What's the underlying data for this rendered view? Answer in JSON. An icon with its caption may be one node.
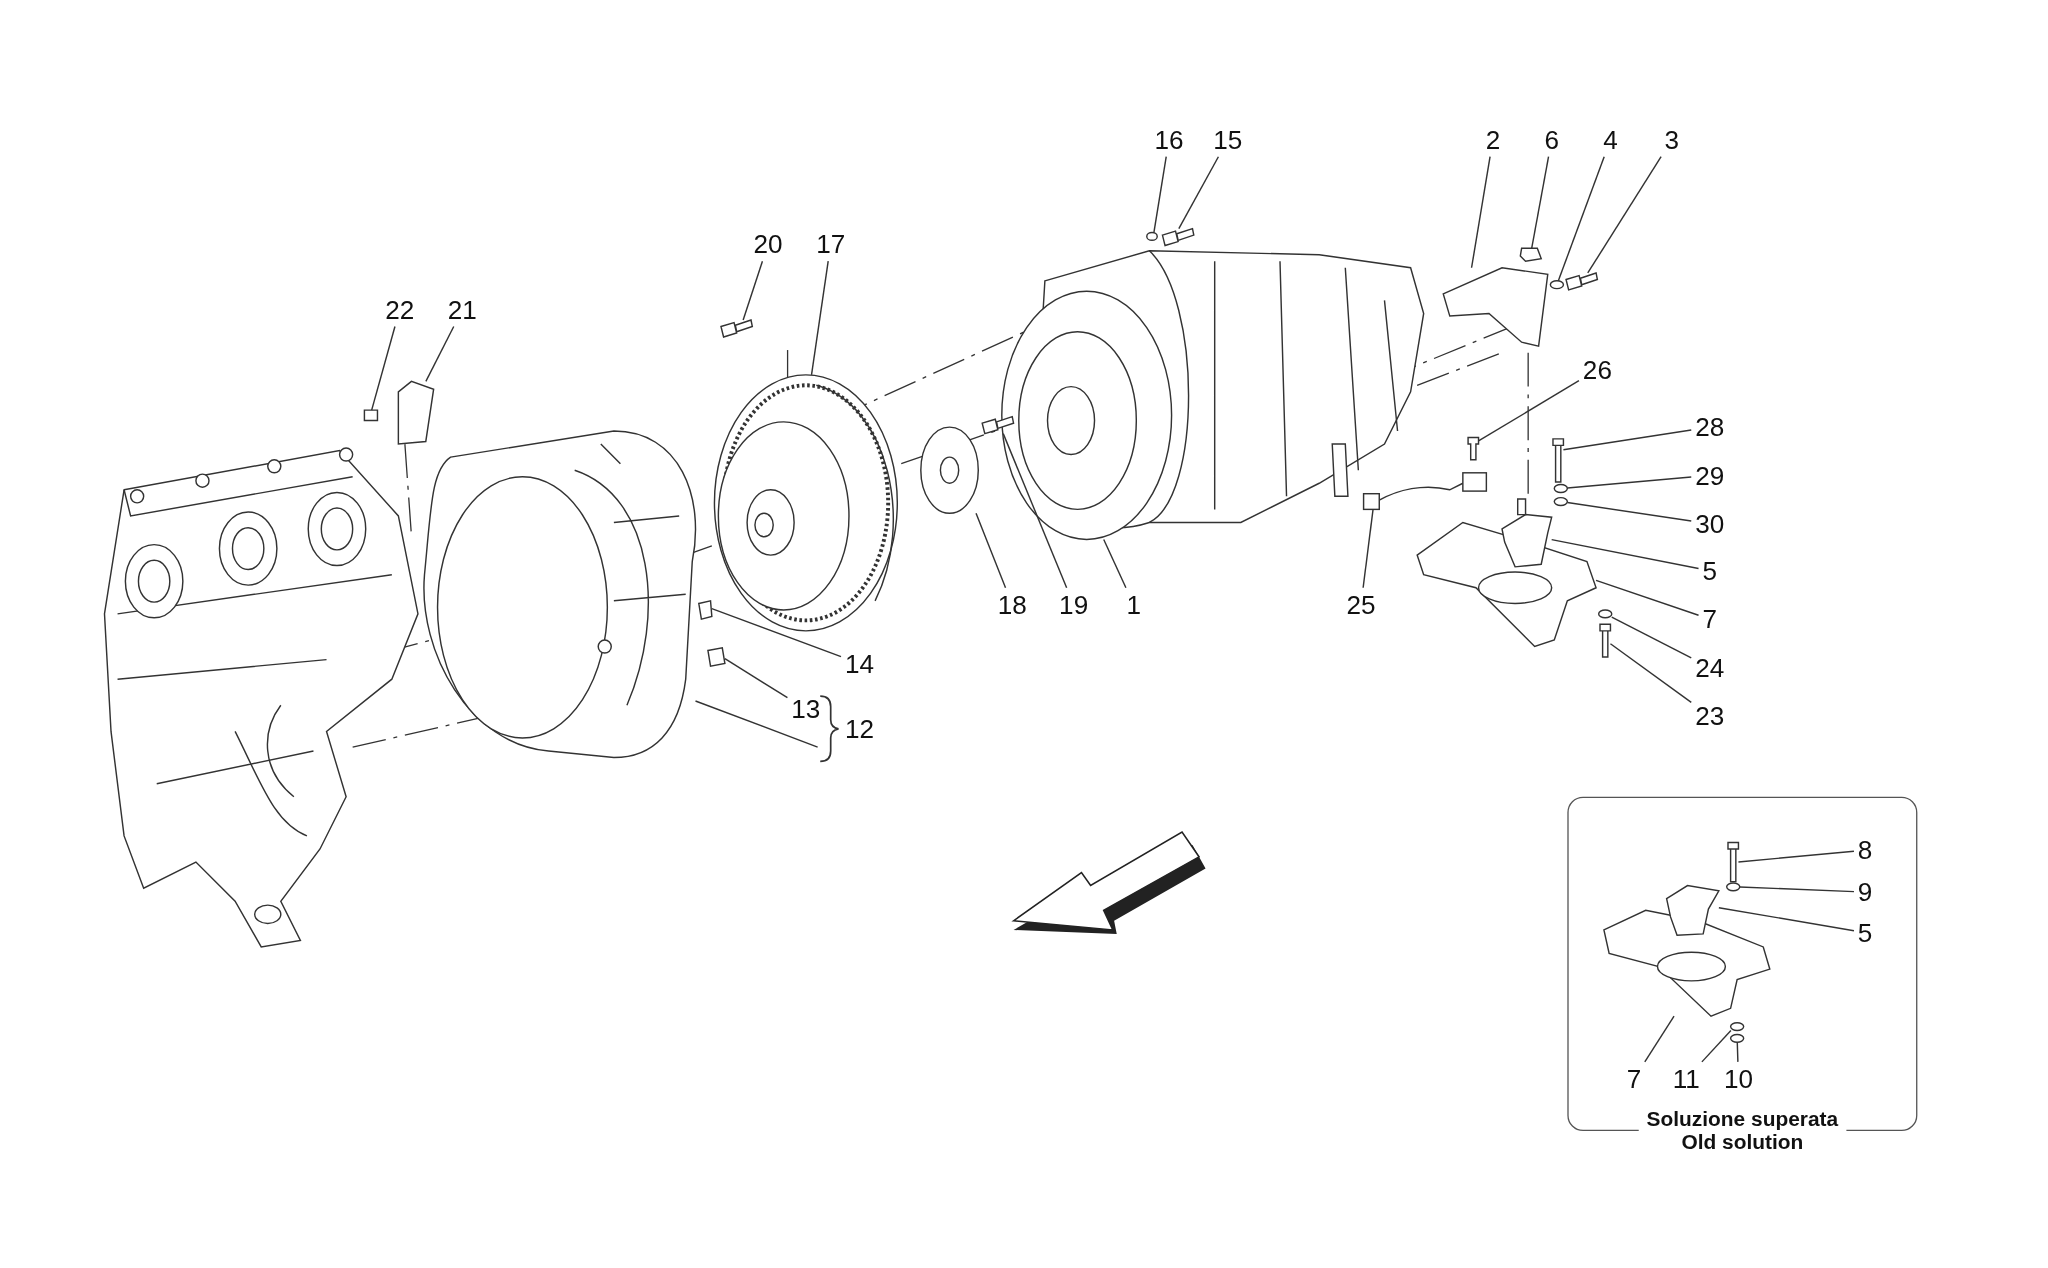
{
  "diagram": {
    "nodes": [
      {
        "text": [
          "16"
        ]
      },
      {
        "text": [
          "15"
        ]
      },
      {
        "text": [
          "2"
        ]
      },
      {
        "text": [
          "6"
        ]
      },
      {
        "text": [
          "4"
        ]
      },
      {
        "text": [
          "3"
        ]
      },
      {
        "text": [
          "20"
        ]
      },
      {
        "text": [
          "17"
        ]
      },
      {
        "text": [
          "22"
        ]
      },
      {
        "text": [
          "21"
        ]
      },
      {
        "text": [
          "26"
        ]
      },
      {
        "text": [
          "28"
        ]
      },
      {
        "text": [
          "29"
        ]
      },
      {
        "text": [
          "30"
        ]
      },
      {
        "text": [
          "5"
        ]
      },
      {
        "text": [
          "7"
        ]
      },
      {
        "text": [
          "18"
        ]
      },
      {
        "text": [
          "19"
        ]
      },
      {
        "text": [
          "1"
        ]
      },
      {
        "text": [
          "25"
        ]
      },
      {
        "text": [
          "24"
        ]
      },
      {
        "text": [
          "14"
        ]
      },
      {
        "text": [
          "23"
        ]
      },
      {
        "text": [
          "13"
        ]
      },
      {
        "text": [
          "12"
        ]
      },
      {
        "text": [
          "Soluzione superata",
          "Old solution"
        ]
      },
      {
        "text": [
          "8"
        ],
        "in": 25
      },
      {
        "text": [
          "9"
        ],
        "in": 25
      },
      {
        "text": [
          "5"
        ],
        "in": 25
      },
      {
        "text": [
          "7"
        ],
        "in": 25
      },
      {
        "text": [
          "11"
        ],
        "in": 25
      },
      {
        "text": [
          "10"
        ],
        "in": 25
      },
      {
        "text": [],
        "shape": "picture"
      },
      {
        "text": [],
        "shape": "circle"
      },
      {
        "text": [],
        "shape": "picture"
      },
      {
        "text": [],
        "shape": "picture"
      },
      {
        "text": [],
        "shape": "box"
      },
      {
        "text": [],
        "shape": "circle"
      },
      {
        "text": [],
        "shape": "picture"
      },
      {
        "text": [],
        "shape": "picture"
      },
      {
        "text": [],
        "shape": "picture"
      },
      {
        "text": [],
        "shape": "box"
      },
      {
        "text": [],
        "shape": "box"
      },
      {
        "text": [],
        "shape": "box"
      },
      {
        "text": [],
        "shape": "picture"
      },
      {
        "text": [],
        "shape": "circle"
      },
      {
        "text": [],
        "shape": "circle"
      },
      {
        "text": [],
        "shape": "picture"
      },
      {
        "text": [],
        "shape": "picture"
      },
      {
        "text": [],
        "shape": "picture"
      },
      {
        "text": [],
        "shape": "picture"
      },
      {
        "text": [],
        "shape": "picture"
      },
      {
        "text": [],
        "shape": "circle"
      },
      {
        "text": [],
        "shape": "box"
      },
      {
        "text": [],
        "shape": "picture"
      },
      {
        "text": [],
        "shape": "box"
      },
      {
        "text": [],
        "shape": "picture"
      },
      {
        "text": [],
        "shape": "picture",
        "in": 25
      },
      {
        "text": [],
        "shape": "circle",
        "in": 25
      },
      {
        "text": [],
        "shape": "picture",
        "in": 25
      },
      {
        "text": [],
        "shape": "picture",
        "in": 25
      },
      {
        "text": [],
        "shape": "circle",
        "in": 25
      },
      {
        "text": [],
        "shape": "circle",
        "in": 25
      }
    ],
    "edges": [
      {
        "from": 0,
        "to": 33,
        "arrow": "none"
      },
      {
        "from": 1,
        "to": 34,
        "arrow": "none"
      },
      {
        "from": 2,
        "to": 35,
        "arrow": "none"
      },
      {
        "from": 3,
        "to": 36,
        "arrow": "none"
      },
      {
        "from": 4,
        "to": 37,
        "arrow": "none"
      },
      {
        "from": 5,
        "to": 38,
        "arrow": "none"
      },
      {
        "from": 6,
        "to": 39,
        "arrow": "none"
      },
      {
        "from": 7,
        "to": 40,
        "arrow": "none"
      },
      {
        "from": 8,
        "to": 41,
        "arrow": "none"
      },
      {
        "from": 9,
        "to": 42,
        "arrow": "none"
      },
      {
        "from": 10,
        "to": 43,
        "arrow": "none"
      },
      {
        "from": 11,
        "to": 44,
        "arrow": "none"
      },
      {
        "from": 12,
        "to": 45,
        "arrow": "none"
      },
      {
        "from": 13,
        "to": 46,
        "arrow": "none"
      },
      {
        "from": 14,
        "to": 47,
        "arrow": "none"
      },
      {
        "from": 15,
        "to": 48,
        "arrow": "none"
      },
      {
        "from": 16,
        "to": 49,
        "arrow": "none"
      },
      {
        "from": 17,
        "to": 50,
        "arrow": "none"
      },
      {
        "from": 18,
        "to": 32,
        "arrow": "none"
      },
      {
        "from": 19,
        "to": 51,
        "arrow": "none"
      },
      {
        "from": 20,
        "to": 52,
        "arrow": "none"
      },
      {
        "from": 21,
        "to": 53,
        "arrow": "none"
      },
      {
        "from": 22,
        "to": 54,
        "arrow": "none"
      },
      {
        "from": 23,
        "to": 55,
        "arrow": "none"
      },
      {
        "from": 24,
        "to": 56,
        "arrow": "none"
      },
      {
        "from": 26,
        "to": 57,
        "arrow": "none"
      },
      {
        "from": 27,
        "to": 58,
        "arrow": "none"
      },
      {
        "from": 28,
        "to": 59,
        "arrow": "none"
      },
      {
        "from": 29,
        "to": 60,
        "arrow": "none"
      },
      {
        "from": 30,
        "to": 61,
        "arrow": "none"
      },
      {
        "from": 31,
        "to": 62,
        "arrow": "none"
      }
    ]
  }
}
